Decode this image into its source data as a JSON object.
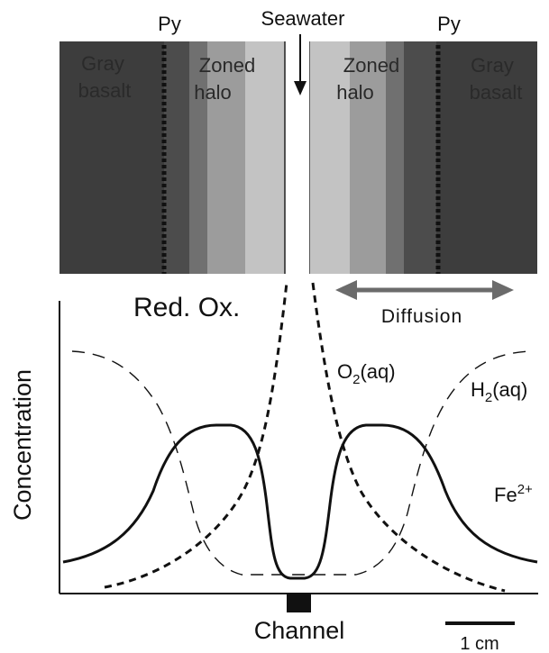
{
  "top_labels": {
    "py_left": "Py",
    "seawater": "Seawater",
    "py_right": "Py"
  },
  "zones": {
    "left_basalt": [
      "Gray",
      "basalt"
    ],
    "left_halo": [
      "Zoned",
      "halo"
    ],
    "right_halo": [
      "Zoned",
      "halo"
    ],
    "right_basalt": [
      "Gray",
      "basalt"
    ]
  },
  "plot_labels": {
    "red_ox": "Red. Ox.",
    "diffusion": "Diffusion",
    "o2_base": "O",
    "o2_sub": "2",
    "o2_rest": "(aq)",
    "h2_base": "H",
    "h2_sub": "2",
    "h2_rest": "(aq)",
    "fe_base": "Fe",
    "fe_sup": "2+",
    "y_axis": "Concentration",
    "channel": "Channel",
    "scale": "1 cm"
  },
  "colors": {
    "gray_basalt": "#3d3d3d",
    "halo_band_1": "#4c4c4c",
    "halo_band_2": "#707070",
    "halo_band_3": "#9c9c9c",
    "halo_band_4": "#c3c3c3",
    "channel": "#ffffff",
    "diffusion_arrow": "#6b6b6b",
    "ink": "#111111"
  }
}
